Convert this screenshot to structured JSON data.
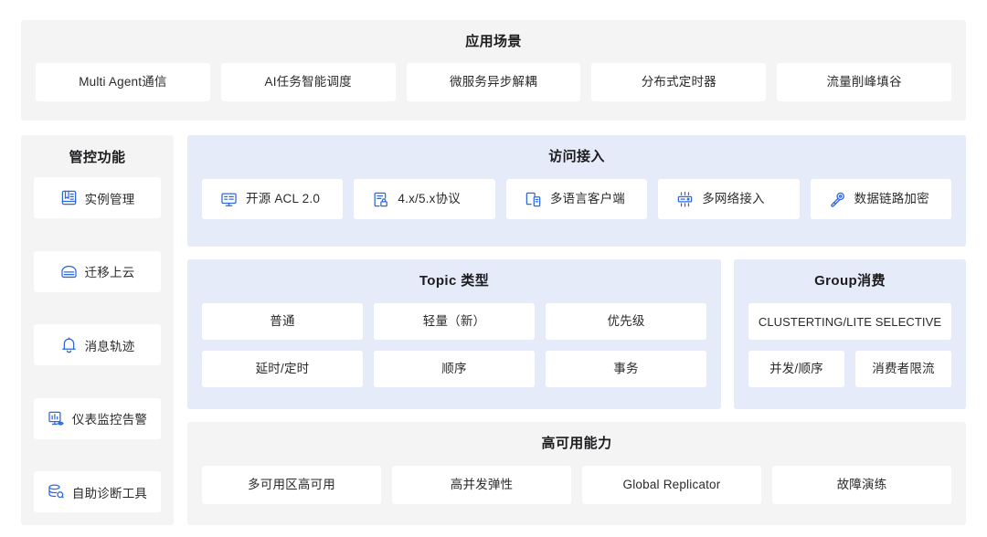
{
  "scenarios": {
    "title": "应用场景",
    "items": [
      {
        "label": "Multi Agent通信"
      },
      {
        "label": "AI任务智能调度"
      },
      {
        "label": "微服务异步解耦"
      },
      {
        "label": "分布式定时器"
      },
      {
        "label": "流量削峰填谷"
      }
    ]
  },
  "sidebar": {
    "title": "管控功能",
    "items": [
      {
        "label": "实例管理",
        "icon": "instance-management-icon"
      },
      {
        "label": "迁移上云",
        "icon": "cloud-migration-icon"
      },
      {
        "label": "消息轨迹",
        "icon": "bell-trace-icon"
      },
      {
        "label": "仪表监控告警",
        "icon": "dashboard-monitor-icon"
      },
      {
        "label": "自助诊断工具",
        "icon": "diagnostic-tool-icon"
      }
    ]
  },
  "access": {
    "title": "访问接入",
    "items": [
      {
        "label": "开源 ACL 2.0",
        "icon": "acl-terminal-icon"
      },
      {
        "label": "4.x/5.x协议",
        "icon": "protocol-lock-icon"
      },
      {
        "label": "多语言客户端",
        "icon": "multi-language-client-icon"
      },
      {
        "label": "多网络接入",
        "icon": "network-access-icon"
      },
      {
        "label": "数据链路加密",
        "icon": "data-encryption-key-icon"
      }
    ]
  },
  "topic": {
    "title": "Topic 类型",
    "rows": [
      [
        {
          "label": "普通"
        },
        {
          "label": "轻量（新）"
        },
        {
          "label": "优先级"
        }
      ],
      [
        {
          "label": "延时/定时"
        },
        {
          "label": "顺序"
        },
        {
          "label": "事务"
        }
      ]
    ]
  },
  "group": {
    "title": "Group消费",
    "rows": [
      [
        {
          "label": "CLUSTERTING/LITE SELECTIVE"
        }
      ],
      [
        {
          "label": "并发/顺序"
        },
        {
          "label": "消费者限流"
        }
      ]
    ]
  },
  "high_availability": {
    "title": "高可用能力",
    "items": [
      {
        "label": "多可用区高可用"
      },
      {
        "label": "高并发弹性"
      },
      {
        "label": "Global Replicator"
      },
      {
        "label": "故障演练"
      }
    ]
  },
  "colors": {
    "panel_grey": "#f4f4f5",
    "panel_blue": "#e6ebfa",
    "chip_white": "#ffffff",
    "icon_blue": "#2f68dd",
    "text_primary": "#1c1c1e",
    "text_body": "#2b2b2e",
    "page_background": "#ffffff"
  }
}
